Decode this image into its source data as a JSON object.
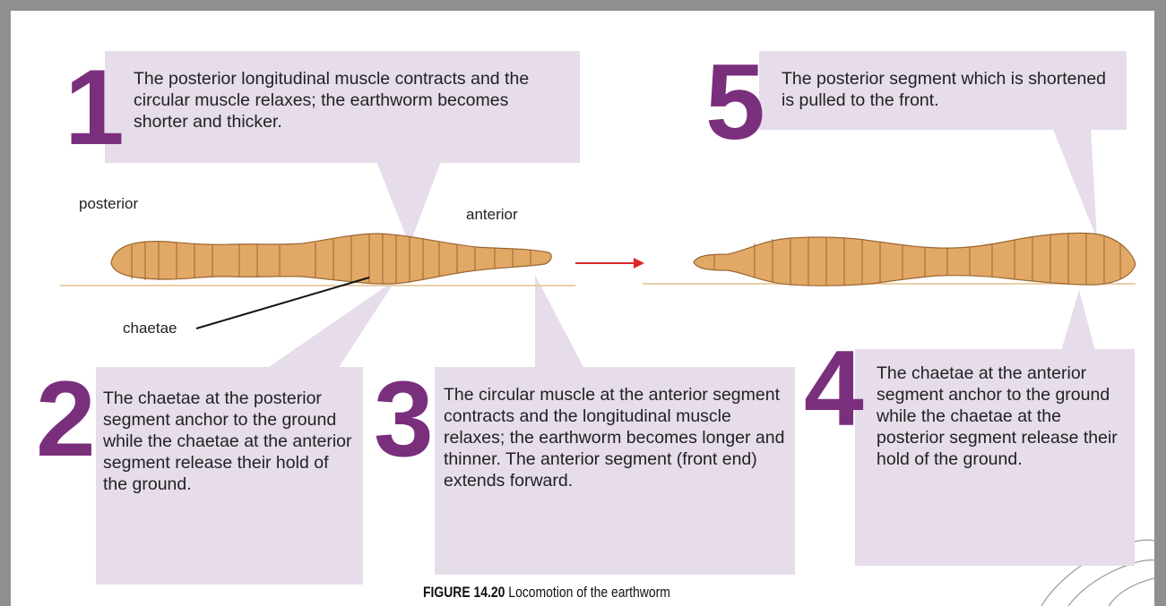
{
  "steps": [
    {
      "number": "1",
      "text": "The posterior longitudinal muscle contracts and the circular muscle relaxes; the earthworm becomes shorter and thicker."
    },
    {
      "number": "2",
      "text": "The chaetae at the posterior segment anchor to the ground while the chaetae at the anterior segment release their hold of the ground."
    },
    {
      "number": "3",
      "text": "The circular muscle at the anterior segment contracts and the longitudinal muscle relaxes; the earthworm becomes longer and thinner. The anterior segment (front end) extends forward."
    },
    {
      "number": "4",
      "text": "The chaetae at the anterior segment anchor to the ground while the chaetae at the posterior segment release their hold of the ground."
    },
    {
      "number": "5",
      "text": "The posterior segment which is shortened is pulled to the front."
    }
  ],
  "labels": {
    "posterior": "posterior",
    "anterior": "anterior",
    "chaetae": "chaetae"
  },
  "caption": {
    "figure_number": "FIGURE 14.20",
    "title": "Locomotion of the earthworm"
  },
  "colors": {
    "box_fill": "#e6dcea",
    "number": "#7a2f7c",
    "worm": "#e2a866",
    "arrow": "#d8282a",
    "ground": "#e9cfa8"
  }
}
